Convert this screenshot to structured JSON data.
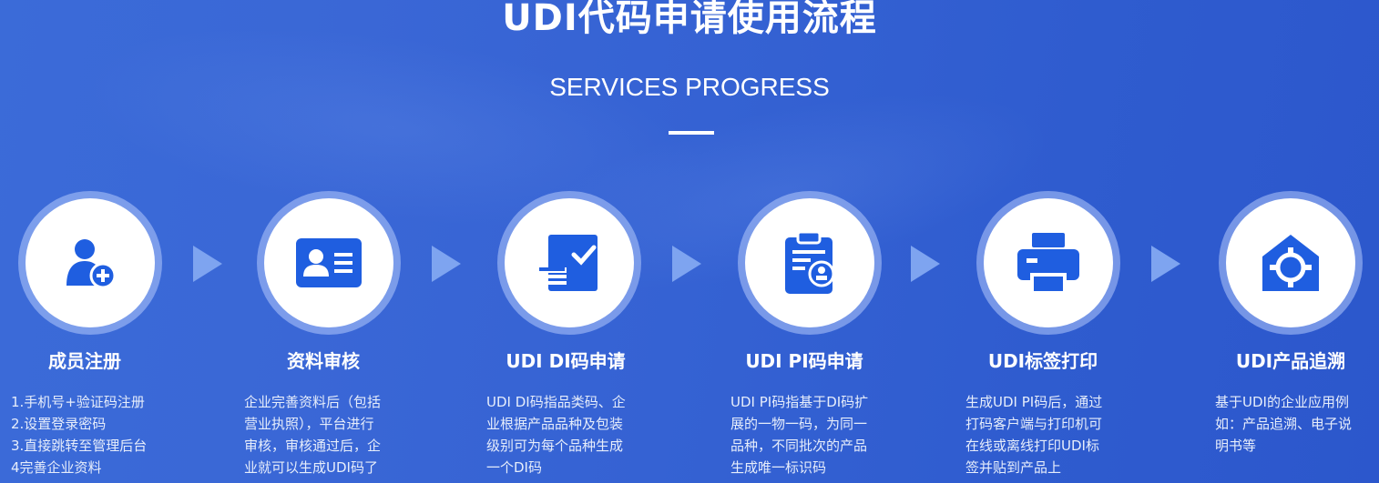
{
  "header": {
    "title": "UDI代码申请使用流程",
    "subtitle": "SERVICES PROGRESS"
  },
  "colors": {
    "accent": "#1f5ee0",
    "arrow": "#7ea4f0"
  },
  "steps": [
    {
      "icon": "add-user-icon",
      "title": "成员注册",
      "lines": [
        "1.手机号+验证码注册",
        "2.设置登录密码",
        "3.直接跳转至管理后台",
        "4完善企业资料"
      ]
    },
    {
      "icon": "id-card-icon",
      "title": "资料审核",
      "lines": [
        "企业完善资料后（包括",
        "营业执照），平台进行",
        "审核，审核通过后，企",
        "业就可以生成UDI码了"
      ]
    },
    {
      "icon": "checkbox-hand-icon",
      "title": "UDI DI码申请",
      "lines": [
        "UDI DI码指品类码、企",
        "业根据产品品种及包装",
        "级别可为每个品种生成",
        "一个DI码"
      ]
    },
    {
      "icon": "clipboard-stamp-icon",
      "title": "UDI PI码申请",
      "lines": [
        "UDI PI码指基于DI码扩",
        "展的一物一码，为同一",
        "品种，不同批次的产品",
        "生成唯一标识码"
      ]
    },
    {
      "icon": "printer-icon",
      "title": "UDI标签打印",
      "lines": [
        "生成UDI PI码后，通过",
        "打码客户端与打印机可",
        "在线或离线打印UDI标",
        "签并贴到产品上"
      ]
    },
    {
      "icon": "location-target-icon",
      "title": "UDI产品追溯",
      "lines": [
        "基于UDI的企业应用例",
        "如：产品追溯、电子说",
        "明书等"
      ]
    }
  ]
}
